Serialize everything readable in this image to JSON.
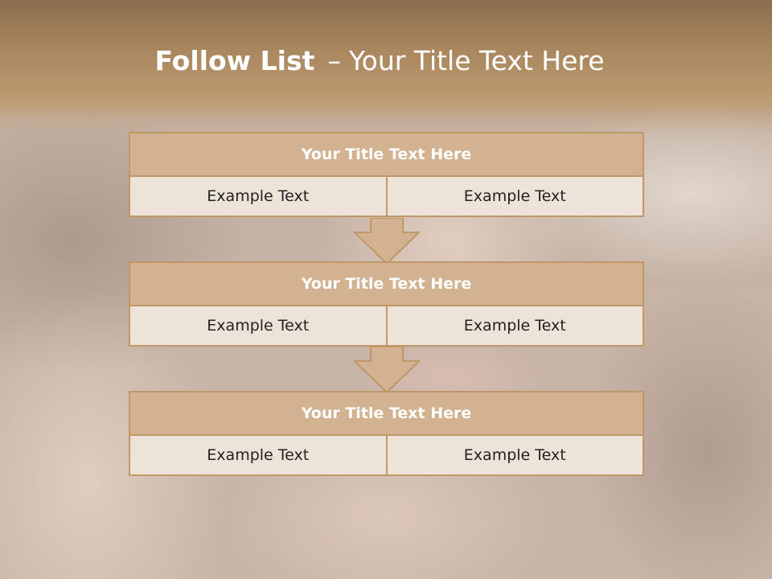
{
  "slide": {
    "title_bold": "Follow List",
    "title_sep": "–",
    "title_rest": "Your Title Text Here"
  },
  "blocks": [
    {
      "title": "Your Title Text Here",
      "cells": [
        "Example Text",
        "Example Text"
      ]
    },
    {
      "title": "Your Title Text Here",
      "cells": [
        "Example Text",
        "Example Text"
      ]
    },
    {
      "title": "Your Title Text Here",
      "cells": [
        "Example Text",
        "Example Text"
      ]
    }
  ],
  "colors": {
    "header": "#a8865e",
    "block_title_fill": "#d2b290",
    "block_border": "#c09868",
    "cell_fill": "#ede3d9",
    "text_light": "#ffffff",
    "text_dark": "#222222"
  }
}
